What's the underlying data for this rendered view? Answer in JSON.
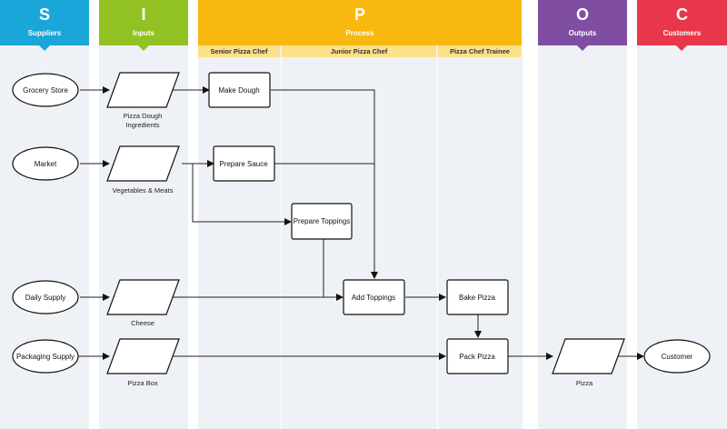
{
  "columns": {
    "suppliers": {
      "letter": "S",
      "label": "Suppliers",
      "color": "#1aa6d8"
    },
    "inputs": {
      "letter": "I",
      "label": "Inputs",
      "color": "#92c123"
    },
    "process": {
      "letter": "P",
      "label": "Process",
      "color": "#f9b80f"
    },
    "outputs": {
      "letter": "O",
      "label": "Outputs",
      "color": "#7f4ea3"
    },
    "customers": {
      "letter": "C",
      "label": "Customers",
      "color": "#e8374a"
    }
  },
  "roles": [
    "Senior Pizza Chef",
    "Junior Pizza Chef",
    "Pizza Chef Trainee"
  ],
  "suppliers": [
    "Grocery Store",
    "Market",
    "Daily Supply",
    "Packaging Supply"
  ],
  "inputs": [
    "Pizza Dough Ingredients",
    "Vegetables & Meats",
    "Cheese",
    "Pizza Box"
  ],
  "input_lines": {
    "dough_1": "Pizza Dough",
    "dough_2": "Ingredients"
  },
  "process_steps": {
    "make_dough": "Make Dough",
    "prepare_sauce": "Prepare Sauce",
    "prepare_toppings": "Prepare Toppings",
    "add_toppings": "Add Toppings",
    "bake_pizza": "Bake Pizza",
    "pack_pizza": "Pack Pizza"
  },
  "outputs": [
    "Pizza"
  ],
  "customers": [
    "Customer"
  ]
}
